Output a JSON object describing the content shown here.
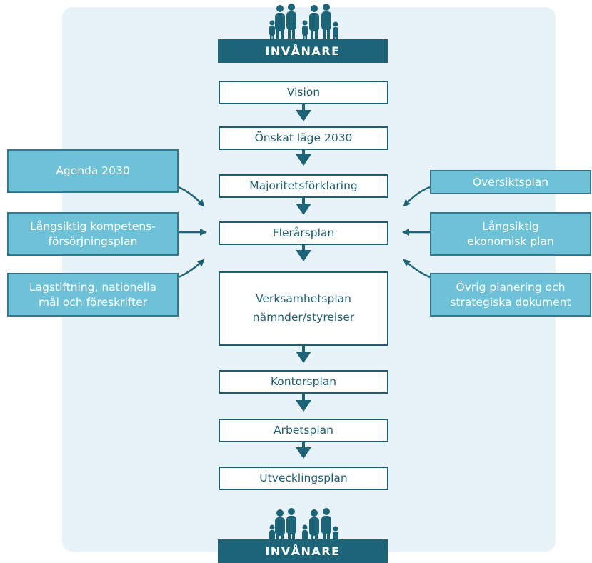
{
  "top_banner": "INVÅNARE",
  "bottom_banner": "INVÅNARE",
  "flow": [
    "Vision",
    "Önskat läge 2030",
    "Majoritetsförklaring",
    "Flerårsplan",
    "Verksamhetsplan\nnämnder/styrelser",
    "Kontorsplan",
    "Arbetsplan",
    "Utvecklingsplan"
  ],
  "left_inputs": [
    "Agenda 2030",
    "Långsiktig kompetens-\nförsörjningsplan",
    "Lagstiftning, nationella\nmål och föreskrifter"
  ],
  "right_inputs": [
    "Översiktsplan",
    "Långsiktig\nekonomisk plan",
    "Övrig planering och\nstrategiska dokument"
  ],
  "colors": {
    "dark_teal": "#1d6478",
    "light_teal": "#6fc1d8",
    "background": "#e8f3f9"
  },
  "icons": [
    "people-group-icon"
  ]
}
